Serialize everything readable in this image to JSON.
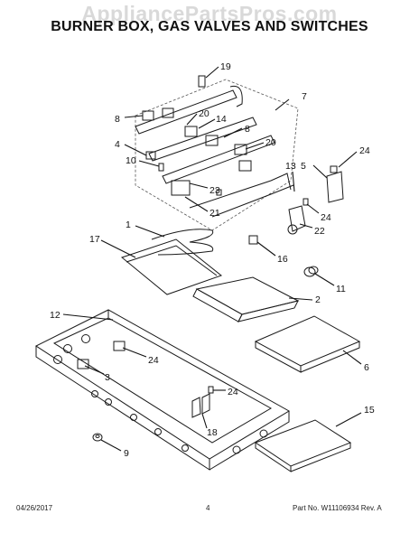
{
  "watermark": "AppliancePartsPros.com",
  "title": "BURNER BOX, GAS VALVES AND SWITCHES",
  "footer": {
    "date": "04/26/2017",
    "page": "4",
    "part_info": "Part No. W11106934  Rev. A"
  },
  "callouts": [
    "19",
    "7",
    "8",
    "20",
    "14",
    "8",
    "4",
    "20",
    "10",
    "24",
    "13",
    "5",
    "23",
    "21",
    "24",
    "22",
    "1",
    "17",
    "16",
    "11",
    "2",
    "12",
    "24",
    "6",
    "3",
    "24",
    "15",
    "18",
    "9"
  ]
}
